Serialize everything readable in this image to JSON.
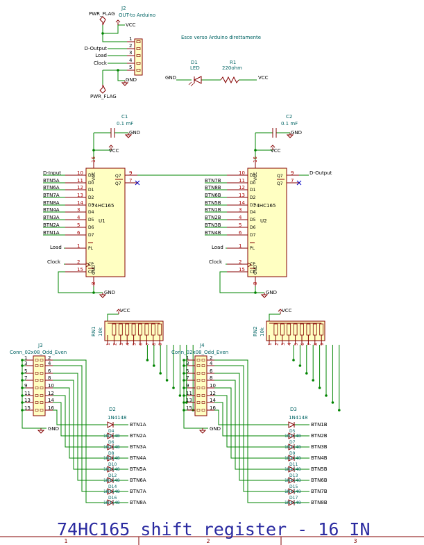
{
  "colors": {
    "wire": "#008400",
    "body": "#840000",
    "body_fill": "#ffffc2",
    "label": "#000000",
    "pin_num": "#a90000",
    "ref": "#006464",
    "title": "#2a2aa0",
    "frame": "#840000",
    "no_connect": "#0000c8"
  },
  "title_block": {
    "title": "74HC165 shift register - 16 IN",
    "columns": [
      "1",
      "2",
      "3"
    ]
  },
  "note": "Esce verso Arduino direttamente",
  "power": {
    "vcc": "VCC",
    "gnd": "GND",
    "pwr_flag": "PWR_FLAG"
  },
  "connector_j2": {
    "ref": "J2",
    "value": "OUT-to Arduino",
    "pins": [
      {
        "num": "1",
        "net": ""
      },
      {
        "num": "2",
        "net": "D-Output"
      },
      {
        "num": "3",
        "net": "Load"
      },
      {
        "num": "4",
        "net": "Clock"
      },
      {
        "num": "5",
        "net": ""
      }
    ]
  },
  "led": {
    "ref": "D1",
    "value": "LED"
  },
  "resistor": {
    "ref": "R1",
    "value": "220ohm"
  },
  "caps": [
    {
      "ref": "C1",
      "value": "0.1 mF"
    },
    {
      "ref": "C2",
      "value": "0.1 mF"
    }
  ],
  "chips": [
    {
      "ref": "U1",
      "value": "74HC165",
      "serial_in": "D-Input",
      "q7_net": "",
      "q7n": "",
      "load": "Load",
      "clock": "Clock",
      "inputs": [
        "BTN5A",
        "BTN6A",
        "BTN7A",
        "BTN8A",
        "BTN4A",
        "BTN3A",
        "BTN2A",
        "BTN1A"
      ]
    },
    {
      "ref": "U2",
      "value": "74HC165",
      "serial_in": "",
      "q7_net": "D-Output",
      "q7n": "",
      "load": "Load",
      "clock": "Clock",
      "inputs": [
        "BTN7B",
        "BTN8B",
        "BTN6B",
        "BTN5B",
        "BTN1B",
        "BTN2B",
        "BTN3B",
        "BTN4B"
      ]
    }
  ],
  "chip_pins": {
    "left": [
      {
        "num": "10",
        "name": "DS"
      },
      {
        "num": "11",
        "name": "D0"
      },
      {
        "num": "12",
        "name": "D1"
      },
      {
        "num": "13",
        "name": "D2"
      },
      {
        "num": "14",
        "name": "D3"
      },
      {
        "num": "3",
        "name": "D4"
      },
      {
        "num": "4",
        "name": "D5"
      },
      {
        "num": "5",
        "name": "D6"
      },
      {
        "num": "6",
        "name": "D7"
      },
      {
        "num": "1",
        "name": "PL"
      },
      {
        "num": "2",
        "name": "CP"
      },
      {
        "num": "15",
        "name": "CE"
      }
    ],
    "vcc": {
      "num": "16",
      "name": "VCC"
    },
    "gnd": {
      "num": "8",
      "name": "GND"
    },
    "q7": {
      "num": "9",
      "name": "Q7"
    },
    "q7n": {
      "num": "7",
      "name": "Q7"
    }
  },
  "rnets": [
    {
      "ref": "RN1",
      "value": "10k"
    },
    {
      "ref": "RN2",
      "value": "10k"
    }
  ],
  "rnet_pins": [
    "1",
    "2",
    "3",
    "4",
    "5",
    "6",
    "7",
    "8",
    "9"
  ],
  "headers": [
    {
      "ref": "J3",
      "value": "Conn_02x08_Odd_Even"
    },
    {
      "ref": "J4",
      "value": "Conn_02x08_Odd_Even"
    }
  ],
  "header_pins_odd": [
    "1",
    "3",
    "5",
    "7",
    "9",
    "11",
    "13",
    "15"
  ],
  "header_pins_even": [
    "2",
    "4",
    "6",
    "8",
    "10",
    "12",
    "14",
    "16"
  ],
  "diode_groups": [
    {
      "refs": [
        "D2",
        "D4",
        "D6",
        "D8",
        "D10",
        "D12",
        "D14",
        "D16"
      ],
      "value": "1N4148",
      "nets": [
        "BTN1A",
        "BTN2A",
        "BTN3A",
        "BTN4A",
        "BTN5A",
        "BTN6A",
        "BTN7A",
        "BTN8A"
      ]
    },
    {
      "refs": [
        "D3",
        "D5",
        "D7",
        "D9",
        "D11",
        "D13",
        "D15",
        "D17"
      ],
      "value": "1N4148",
      "nets": [
        "BTN1B",
        "BTN2B",
        "BTN3B",
        "BTN4B",
        "BTN5B",
        "BTN6B",
        "BTN7B",
        "BTN8B"
      ]
    }
  ]
}
